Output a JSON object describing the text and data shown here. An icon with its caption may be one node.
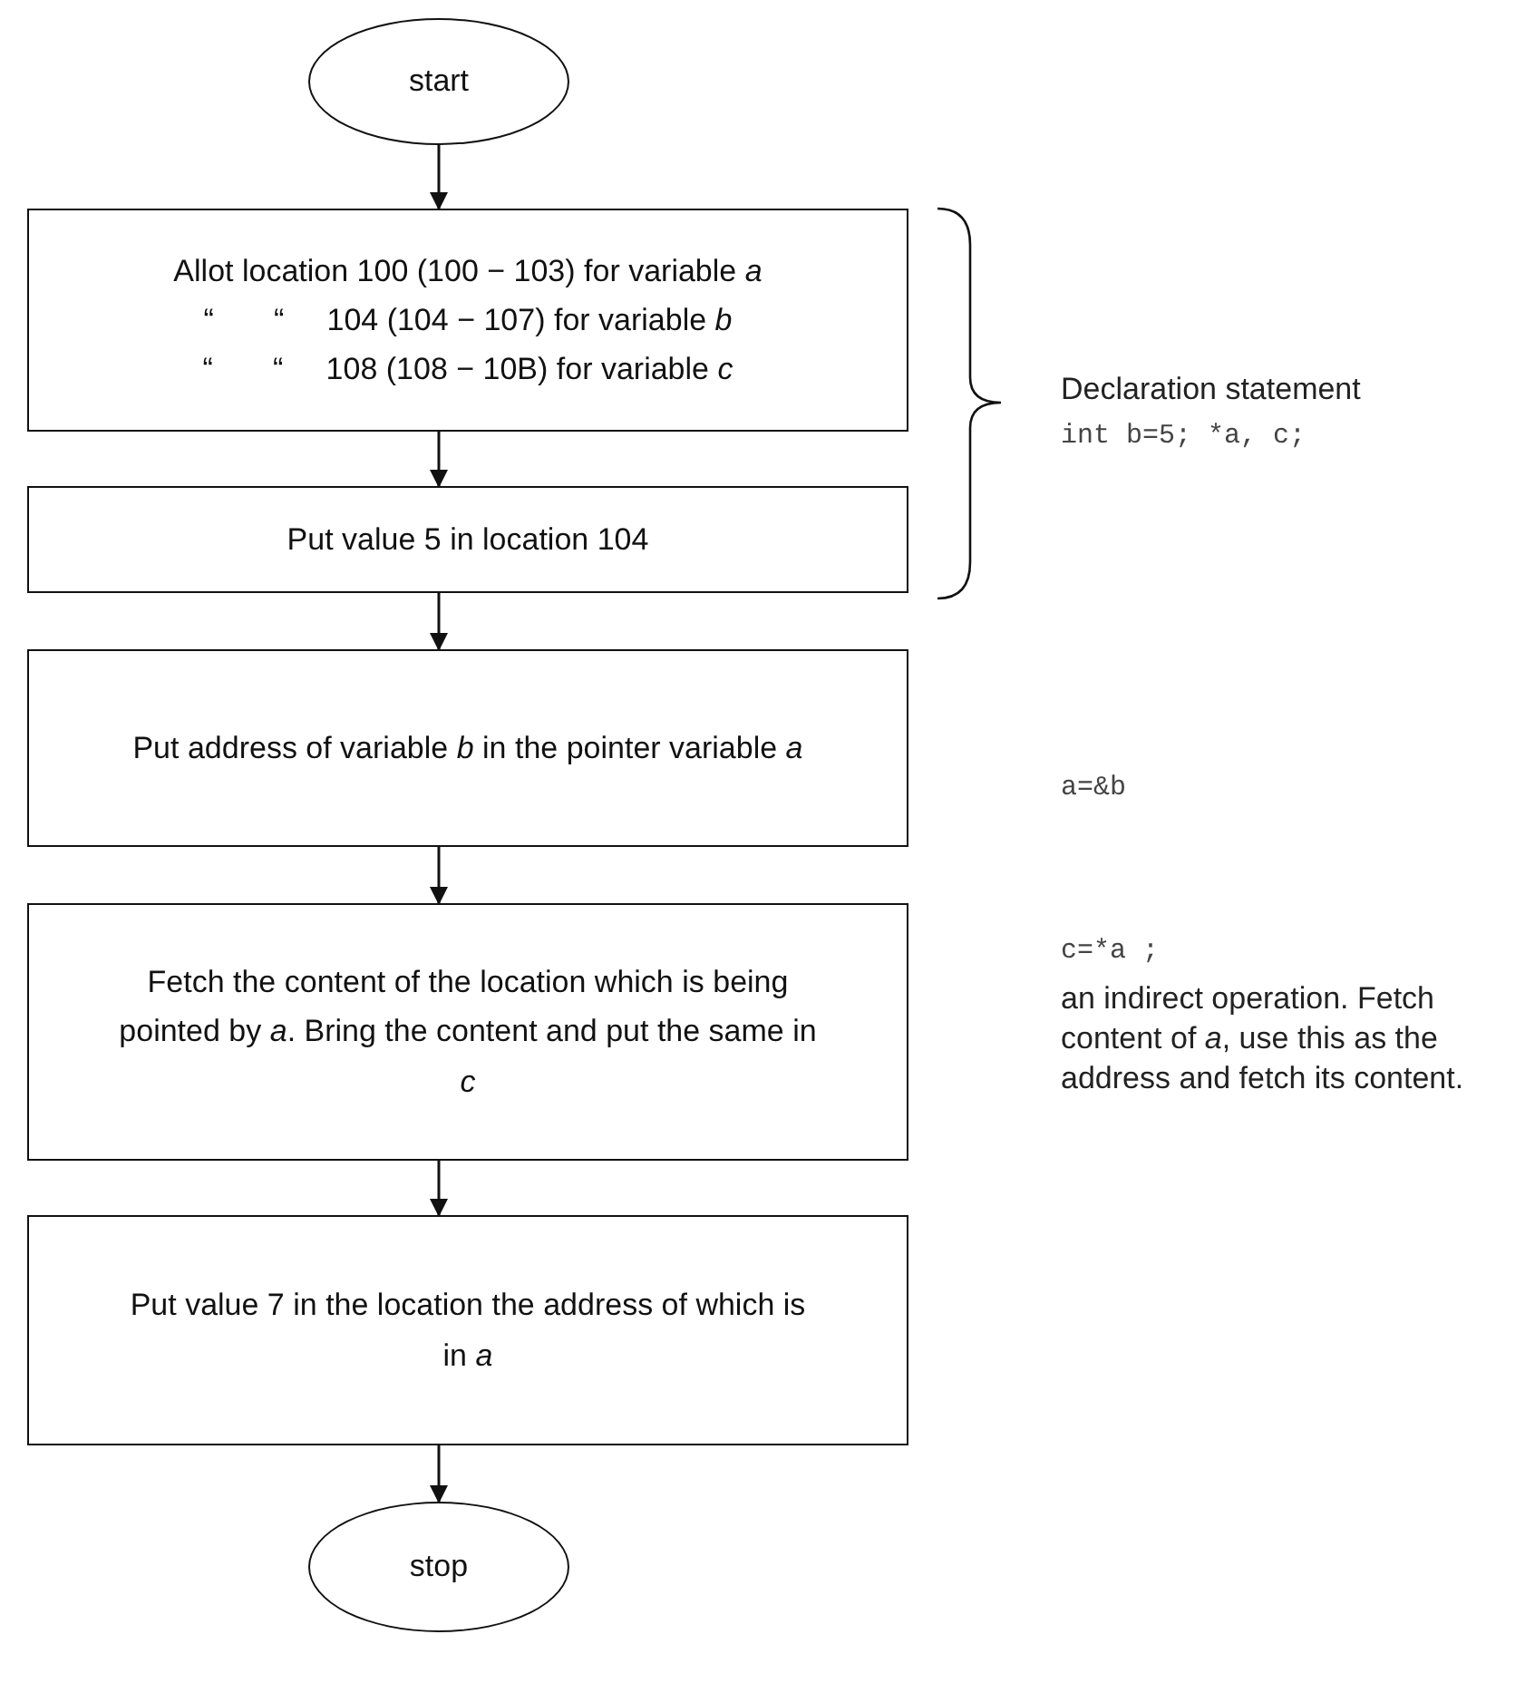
{
  "diagram": {
    "nodes": [
      {
        "text": [
          "start"
        ]
      },
      {
        "text": [
          "Allot location 100 (100 − 103) for variable *a*",
          "“       “     104 (104 − 107) for variable *b*",
          "“       “     108 (108 − 10B) for variable *c*"
        ]
      },
      {
        "text": [
          "Put value 5 in location 104"
        ]
      },
      {
        "text": [
          "Put address of variable *b* in the pointer variable *a*"
        ]
      },
      {
        "text": [
          "Fetch the content of the location which is being pointed by *a*. Bring the content and put the same in *c*"
        ]
      },
      {
        "text": [
          "Put value 7 in the location the address of which is in *a*"
        ]
      },
      {
        "text": [
          "stop"
        ]
      }
    ],
    "edges": [
      {
        "from": 0,
        "to": 1,
        "arrow": "to"
      },
      {
        "from": 1,
        "to": 2,
        "arrow": "to"
      },
      {
        "from": 2,
        "to": 3,
        "arrow": "to"
      },
      {
        "from": 3,
        "to": 4,
        "arrow": "to"
      },
      {
        "from": 4,
        "to": 5,
        "arrow": "to"
      },
      {
        "from": 5,
        "to": 6,
        "arrow": "to"
      }
    ],
    "labels": [
      "Declaration statement",
      "int b=5; *a, c;",
      "a=&b",
      "c=*a ;",
      "an indirect operation. Fetch content of *a*, use this as the address and fetch its content."
    ]
  }
}
